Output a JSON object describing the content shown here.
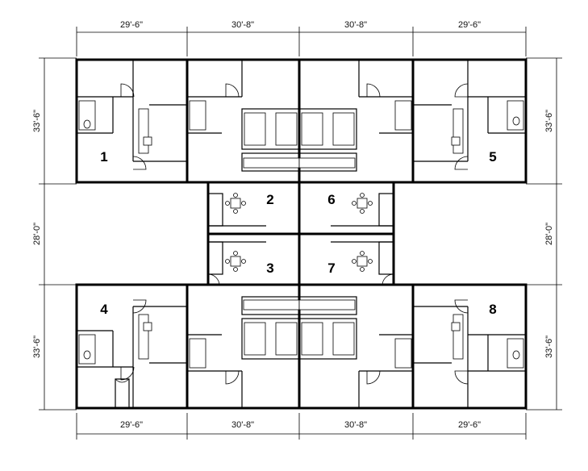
{
  "dimensions": {
    "top": [
      "29'-6\"",
      "30'-8\"",
      "30'-8\"",
      "29'-6\""
    ],
    "bottom": [
      "29'-6\"",
      "30'-8\"",
      "30'-8\"",
      "29'-6\""
    ],
    "left": [
      "33'-6\"",
      "28'-0\"",
      "33'-6\""
    ],
    "right": [
      "33'-6\"",
      "28'-0\"",
      "33'-6\""
    ]
  },
  "units": [
    "1",
    "2",
    "3",
    "4",
    "5",
    "6",
    "7",
    "8"
  ]
}
